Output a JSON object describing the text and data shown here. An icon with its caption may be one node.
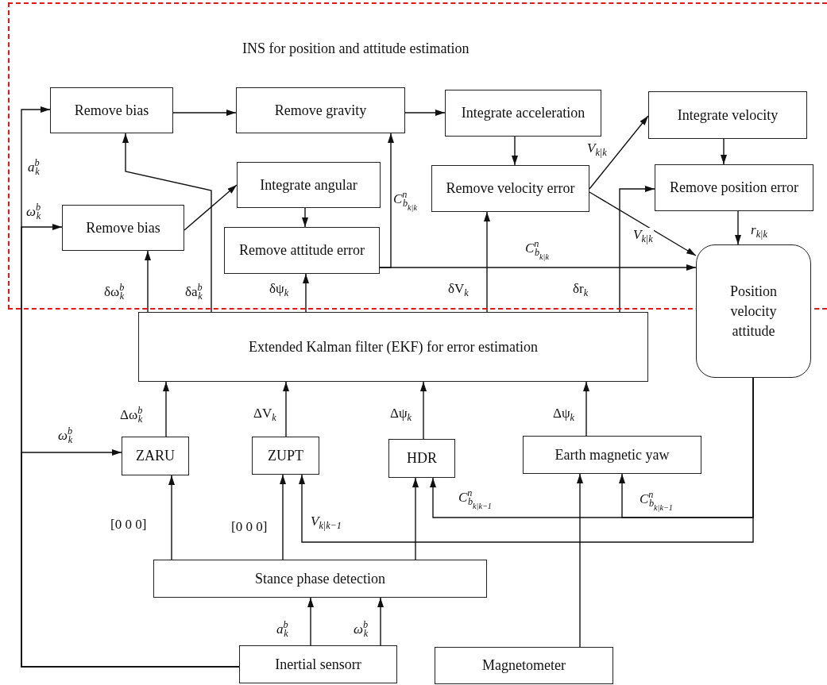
{
  "diagram": {
    "nodes": [
      {
        "text": [
          "INS for position and attitude estimation"
        ]
      },
      {
        "text": [
          "Remove bias"
        ],
        "in": 0
      },
      {
        "text": [
          "Remove gravity"
        ],
        "in": 0
      },
      {
        "text": [
          "Integrate acceleration"
        ],
        "in": 0
      },
      {
        "text": [
          "Integrate velocity"
        ],
        "in": 0
      },
      {
        "text": [
          "Remove bias"
        ],
        "in": 0
      },
      {
        "text": [
          "Integrate angular"
        ],
        "in": 0
      },
      {
        "text": [
          "Remove attitude error"
        ],
        "in": 0
      },
      {
        "text": [
          "Remove velocity error"
        ],
        "in": 0
      },
      {
        "text": [
          "Remove position error"
        ],
        "in": 0
      },
      {
        "text": [
          "Position velocity attitude"
        ]
      },
      {
        "text": [
          "Extended Kalman filter (EKF) for error estimation"
        ]
      },
      {
        "text": [
          "ZARU"
        ]
      },
      {
        "text": [
          "ZUPT"
        ]
      },
      {
        "text": [
          "HDR"
        ]
      },
      {
        "text": [
          "Earth magnetic yaw"
        ]
      },
      {
        "text": [
          "Stance phase detection"
        ]
      },
      {
        "text": [
          "Inertial sensorr"
        ]
      },
      {
        "text": [
          "Magnetometer"
        ]
      }
    ],
    "edges": [
      {
        "from": 17,
        "to": 1,
        "arrow": "to",
        "label": "*a*$^{b}$$_{k}$"
      },
      {
        "from": 17,
        "to": 5,
        "arrow": "to",
        "label": "*ω*$^{b}$$_{k}$"
      },
      {
        "from": 17,
        "to": 12,
        "arrow": "to",
        "label": "*ω*$^{b}$$_{k}$"
      },
      {
        "from": 17,
        "to": 16,
        "arrow": "to",
        "label": "*a*$^{b}$$_{k}$"
      },
      {
        "from": 17,
        "to": 16,
        "arrow": "to",
        "label": "*ω*$^{b}$$_{k}$"
      },
      {
        "from": 16,
        "to": 12,
        "arrow": "to",
        "label": "[0 0 0]"
      },
      {
        "from": 16,
        "to": 13,
        "arrow": "to",
        "label": "[0 0 0]"
      },
      {
        "from": 16,
        "to": 14,
        "arrow": "to"
      },
      {
        "from": 18,
        "to": 15,
        "arrow": "to"
      },
      {
        "from": 12,
        "to": 11,
        "arrow": "to",
        "label": "Δω$^{b}$$_{k}$"
      },
      {
        "from": 13,
        "to": 11,
        "arrow": "to",
        "label": "ΔV$_{k}$"
      },
      {
        "from": 14,
        "to": 11,
        "arrow": "to",
        "label": "Δψ$_{k}$"
      },
      {
        "from": 15,
        "to": 11,
        "arrow": "to",
        "label": "Δψ$_{k}$"
      },
      {
        "from": 10,
        "to": 13,
        "arrow": "to",
        "label": "*V*$_{k|k−1}$"
      },
      {
        "from": 10,
        "to": 14,
        "arrow": "to",
        "label": "*C*$^{n}$$_{b}$$_{k|k−1}$"
      },
      {
        "from": 10,
        "to": 15,
        "arrow": "to",
        "label": "*C*$^{n}$$_{b}$$_{k|k−1}$"
      },
      {
        "from": 11,
        "to": 5,
        "arrow": "to",
        "label": "δω$^{b}$$_{k}$"
      },
      {
        "from": 11,
        "to": 1,
        "arrow": "to",
        "label": "δa$^{b}$$_{k}$"
      },
      {
        "from": 11,
        "to": 7,
        "arrow": "to",
        "label": "δψ$_{k}$"
      },
      {
        "from": 11,
        "to": 8,
        "arrow": "to",
        "label": "δV$_{k}$"
      },
      {
        "from": 11,
        "to": 9,
        "arrow": "to",
        "label": "δr$_{k}$"
      },
      {
        "from": 1,
        "to": 2,
        "arrow": "to"
      },
      {
        "from": 2,
        "to": 3,
        "arrow": "to"
      },
      {
        "from": 3,
        "to": 8,
        "arrow": "to"
      },
      {
        "from": 8,
        "to": 4,
        "arrow": "to",
        "label": "*V*$_{k|k}$"
      },
      {
        "from": 4,
        "to": 9,
        "arrow": "to"
      },
      {
        "from": 9,
        "to": 10,
        "arrow": "to",
        "label": "*r*$_{k|k}$"
      },
      {
        "from": 8,
        "to": 10,
        "arrow": "to",
        "label": "*V*$_{k|k}$"
      },
      {
        "from": 5,
        "to": 6,
        "arrow": "to"
      },
      {
        "from": 6,
        "to": 7,
        "arrow": "to"
      },
      {
        "from": 7,
        "to": 2,
        "arrow": "to",
        "label": "*C*$^{n}$$_{b}$$_{k|k}$"
      },
      {
        "from": 7,
        "to": 10,
        "arrow": "to",
        "label": "*C*$^{n}$$_{b}$$_{k|k}$"
      }
    ]
  }
}
